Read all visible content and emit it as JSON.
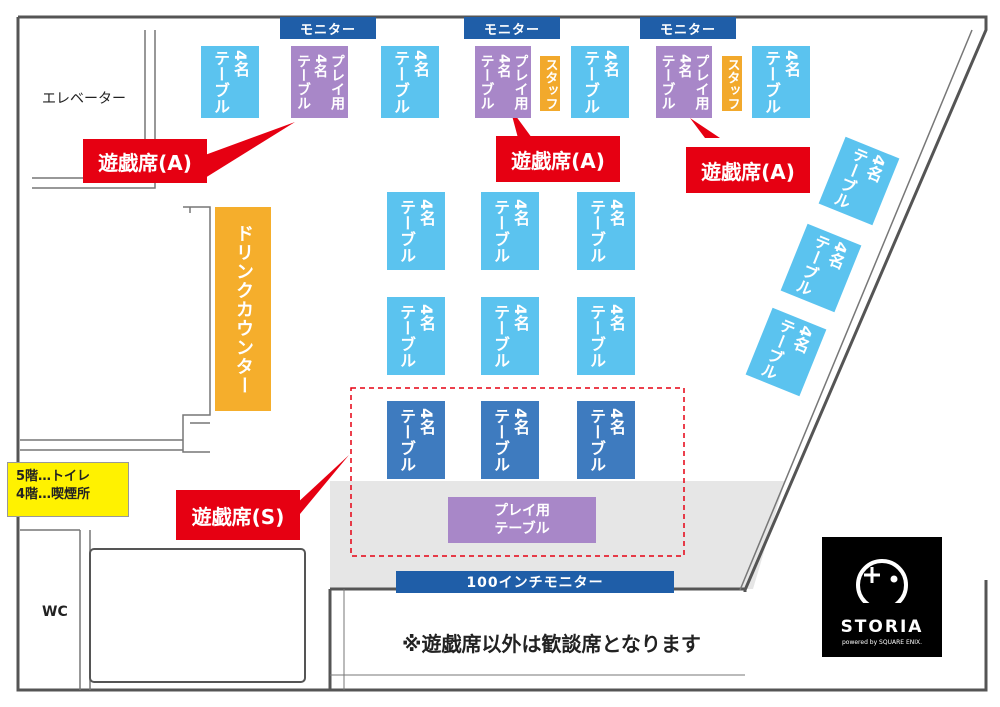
{
  "labels": {
    "elevator": "エレベーター",
    "wc": "WC",
    "drink_counter": "ドリンクカウンター",
    "floor_info_5f": "5階…トイレ",
    "floor_info_4f": "4階…喫煙所",
    "note": "※遊戯席以外は歓談席となります"
  },
  "monitors": {
    "small": "モニター",
    "big": "100インチモニター"
  },
  "tables": {
    "four_seat": "4名\nテーブル",
    "play": "プレイ用\n4名\nテーブル",
    "play_table": "プレイ用\nテーブル",
    "staff": "スタッフ"
  },
  "callouts": {
    "seat_a": "遊戯席(A)",
    "seat_s": "遊戯席(S)"
  },
  "logo": {
    "name": "STORIA",
    "sub": "powered by SQUARE ENIX."
  },
  "colors": {
    "table": "#5bc3ef",
    "table_dark": "#3e7bbf",
    "play_table": "#a887c8",
    "staff": "#f2a92c",
    "callout": "#e60012",
    "monitor": "#1f5ea8",
    "info": "#fff200"
  }
}
